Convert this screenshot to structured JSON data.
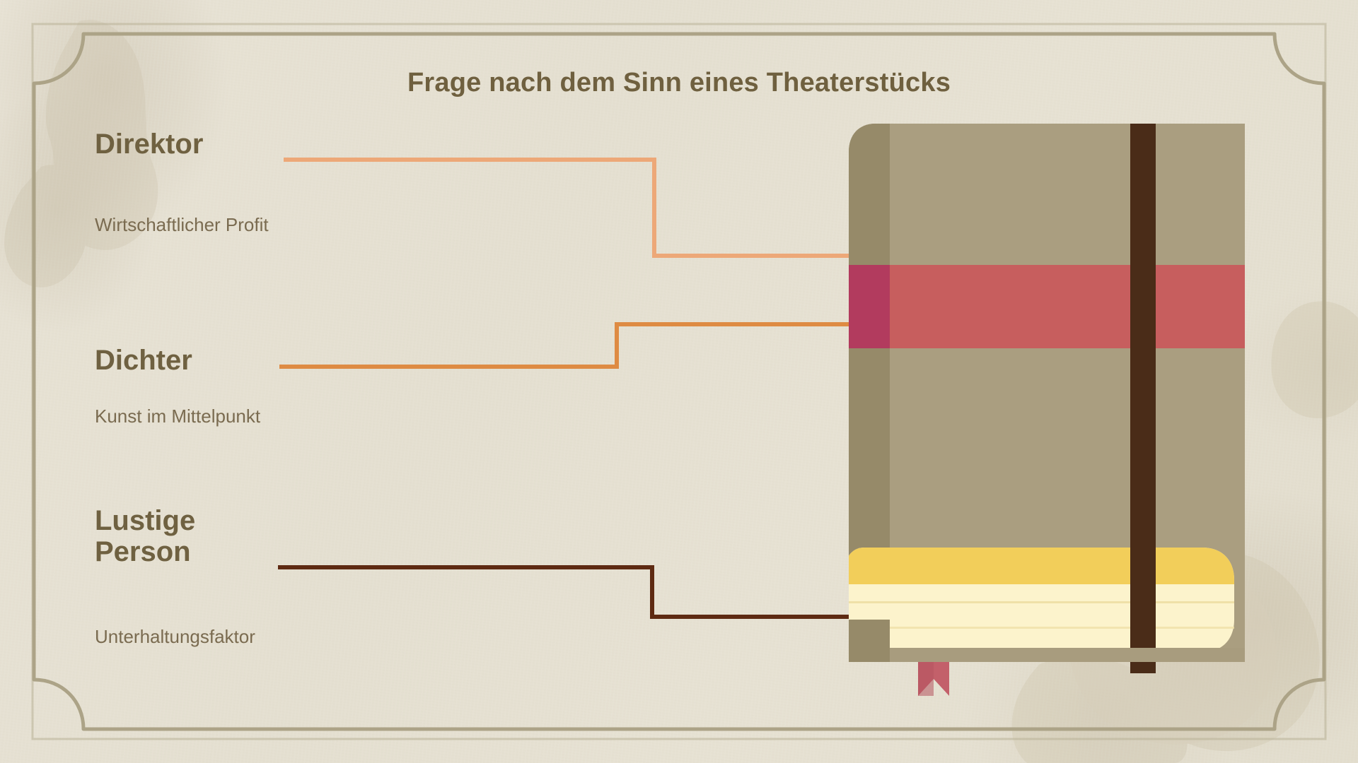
{
  "page": {
    "title": "Frage nach dem Sinn eines Theaterstücks"
  },
  "theme": {
    "background": "#E5E0D1",
    "frame_stroke": "#ACA387",
    "title_color": "#6F603F",
    "heading_color": "#6F6141",
    "sub_color": "#7A6B50",
    "book_cover": "#A89C7E",
    "book_spine": "#948868",
    "book_band_red": "#C75E5E",
    "book_band_red_dark": "#B23B5E",
    "book_pages": "#FBF1C9",
    "book_page_edge": "#F2CE5A",
    "book_strap": "#4A2C18",
    "bookmark_ribbon": "#C3606A"
  },
  "entries": [
    {
      "id": "direktor",
      "heading": "Direktor",
      "subtitle": "Wirtschaftlicher Profit",
      "color": "#EDA878",
      "dot_color": "#EDA878"
    },
    {
      "id": "dichter",
      "heading": "Dichter",
      "subtitle": "Kunst im Mittelpunkt",
      "color": "#DE8B43",
      "dot_color": "#DE8B43"
    },
    {
      "id": "lustige-person",
      "heading": "Lustige\nPerson",
      "subtitle": "Unterhaltungsfaktor",
      "color": "#5E2A12",
      "dot_color": "#5E2A12"
    }
  ],
  "illustration": {
    "name": "closed-notebook-with-elastic-band-and-bookmark",
    "parts": [
      "cover",
      "spine",
      "red-band",
      "page-block",
      "page-top-edge",
      "elastic-strap",
      "bookmark-ribbon"
    ]
  }
}
